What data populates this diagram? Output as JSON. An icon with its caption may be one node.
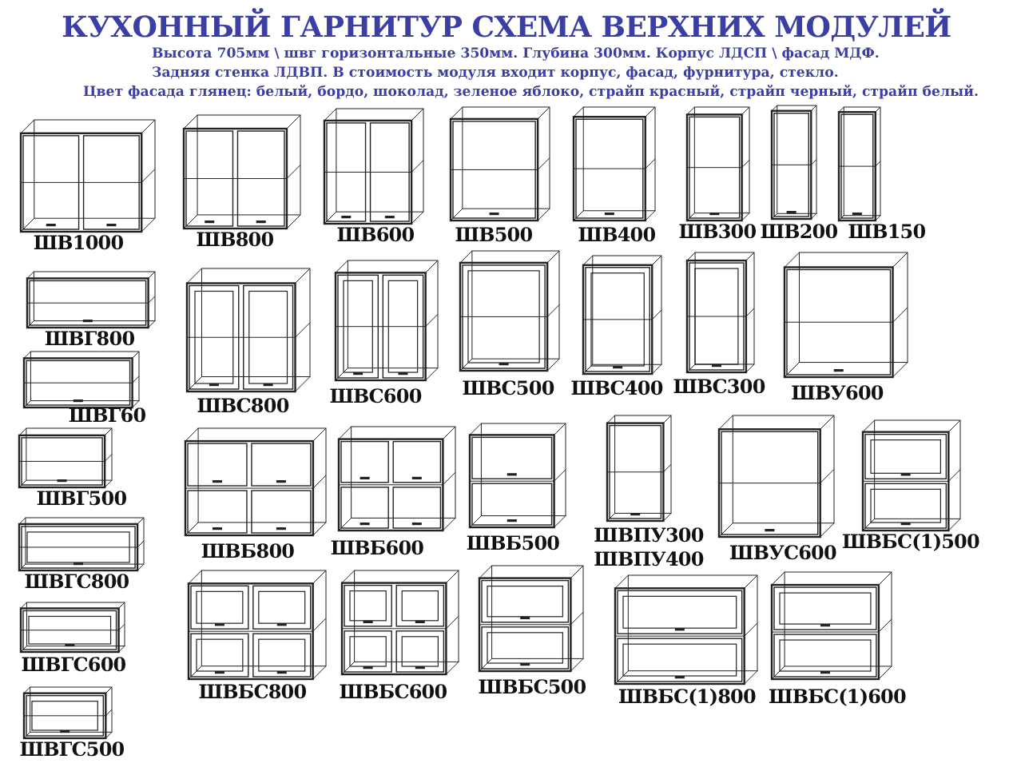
{
  "diagram": {
    "title": "КУХОННЫЙ ГАРНИТУР СХЕМА ВЕРХНИХ МОДУЛЕЙ",
    "labels": [
      "Высота 705мм \\ швг горизонтальные 350мм. Глубина 300мм. Корпус ЛДСП \\ фасад МДФ.",
      "Задняя стенка ЛДВП. В стоимость модуля входит корпус, фасад, фурнитура, стекло.",
      "Цвет фасада глянец: белый, бордо, шоколад, зеленое яблоко, страйп красный, страйп черный, страйп белый.",
      "ШВ1000",
      "ШВ800",
      "ШВ600",
      "ШВ500",
      "ШВ400",
      "ШВ300",
      "ШВ200",
      "ШВ150",
      "ШВГ800",
      "ШВС800",
      "ШВС600",
      "ШВС500",
      "ШВС400",
      "ШВС300",
      "ШВУ600",
      "ШВГ60",
      "ШВГ500",
      "ШВБ800",
      "ШВБ600",
      "ШВБ500",
      "ШВПУ300",
      "ШВПУ400",
      "ШВУС600",
      "ШВБС(1)500",
      "ШВГС800",
      "ШВБС800",
      "ШВБС600",
      "ШВБС500",
      "ШВБС(1)800",
      "ШВБС(1)600",
      "ШВГС600",
      "ШВГС500"
    ]
  }
}
